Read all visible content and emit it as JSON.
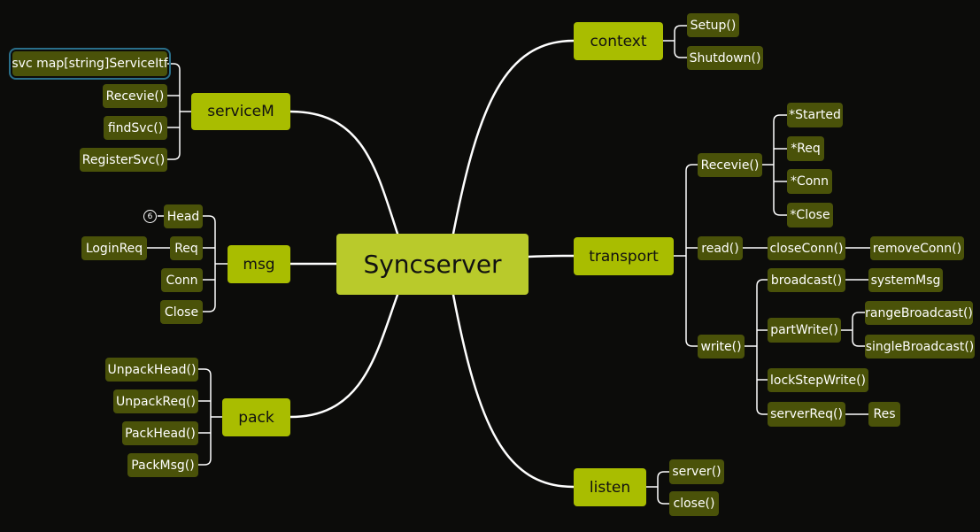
{
  "colors": {
    "background": "#0c0c0a",
    "central_topic": "#b9ca2b",
    "main_topic": "#a9bd00",
    "subtopic": "#4a5209",
    "connector": "#ffffff",
    "selection": "#2a6f8a"
  },
  "central": "Syncserver",
  "context": {
    "label": "context",
    "children": [
      "Setup()",
      "Shutdown()"
    ]
  },
  "serviceM": {
    "label": "serviceM",
    "children": [
      "svc map[string]ServiceItf",
      "Recevie()",
      "findSvc()",
      "RegisterSvc()"
    ]
  },
  "msg": {
    "label": "msg",
    "head": "Head",
    "head_badge": "6",
    "req": "Req",
    "login_req": "LoginReq",
    "conn": "Conn",
    "close": "Close"
  },
  "pack": {
    "label": "pack",
    "children": [
      "UnpackHead()",
      "UnpackReq()",
      "PackHead()",
      "PackMsg()"
    ]
  },
  "transport": {
    "label": "transport",
    "recevie": {
      "label": "Recevie()",
      "children": [
        "*Started",
        "*Req",
        "*Conn",
        "*Close"
      ]
    },
    "read": {
      "label": "read()",
      "close_conn": "closeConn()",
      "remove_conn": "removeConn()"
    },
    "write": {
      "label": "write()",
      "broadcast": "broadcast()",
      "system_msg": "systemMsg",
      "part_write": "partWrite()",
      "range_broadcast": "rangeBroadcast()",
      "single_broadcast": "singleBroadcast()",
      "lock_step_write": "lockStepWrite()",
      "server_req": "serverReq()",
      "res": "Res"
    }
  },
  "listen": {
    "label": "listen",
    "children": [
      "server()",
      "close()"
    ]
  }
}
